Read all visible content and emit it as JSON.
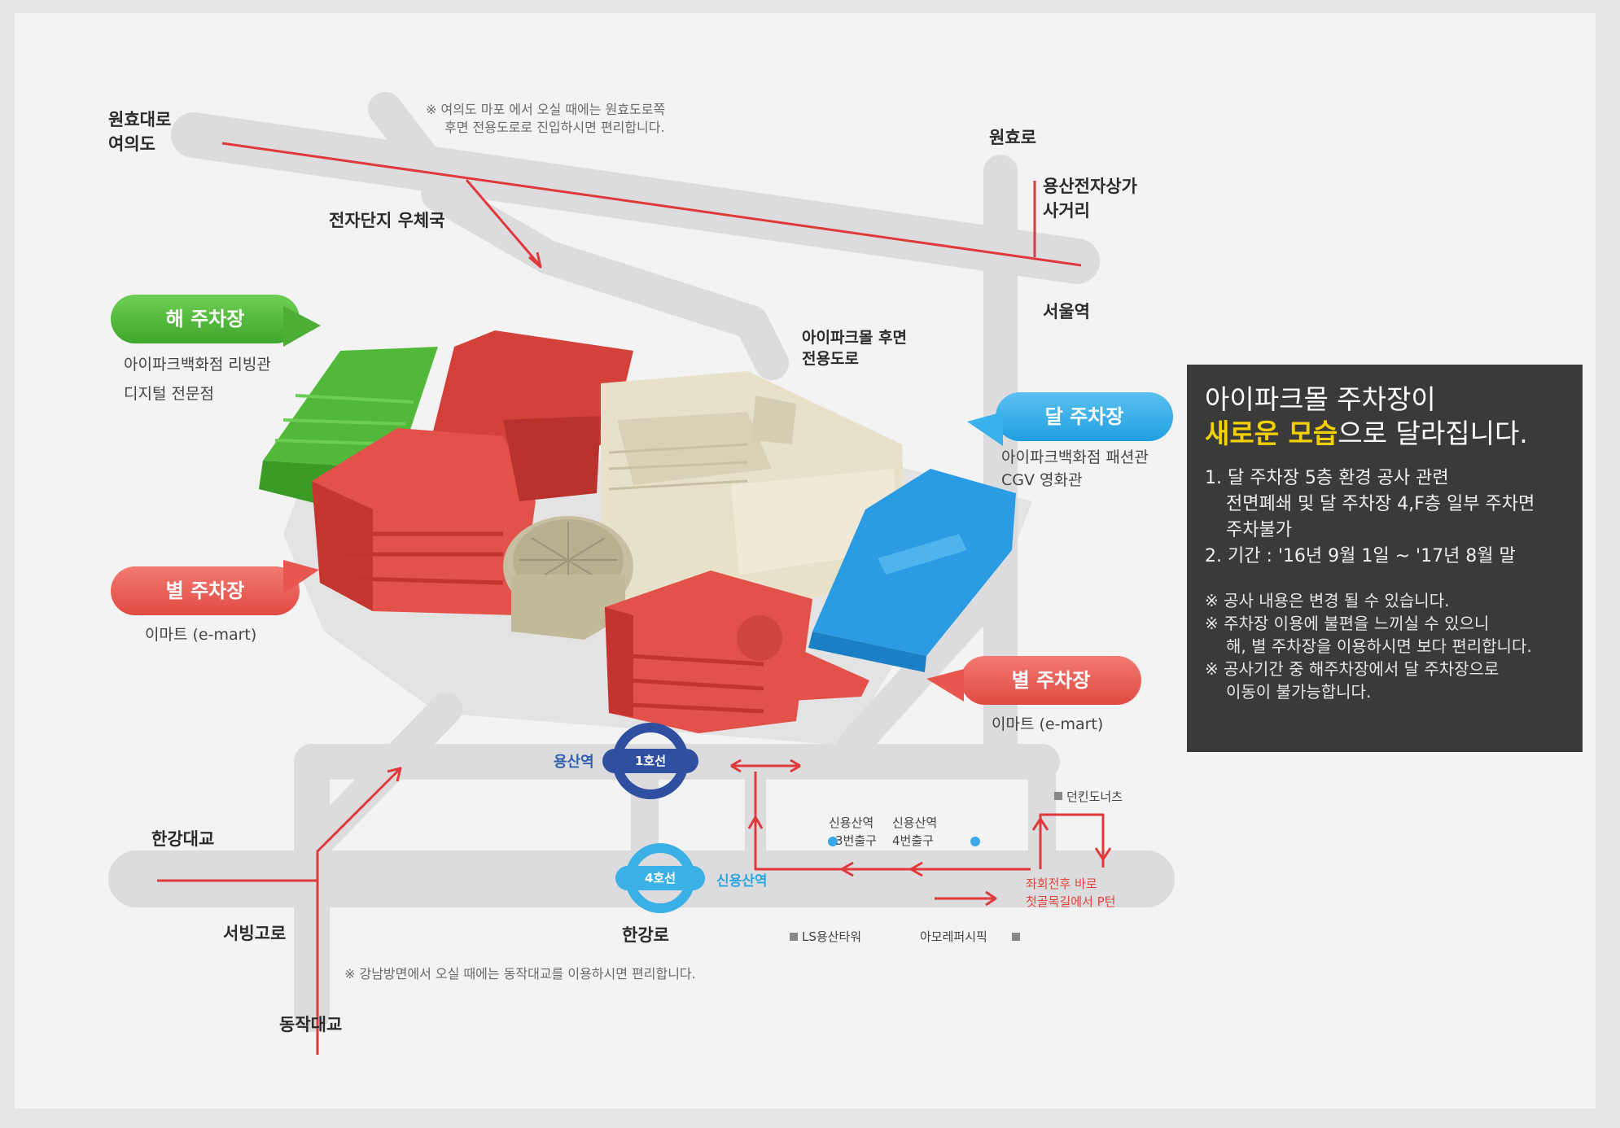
{
  "map": {
    "roads": {
      "wonhyodaero": "원효대로",
      "yeouido": "여의도",
      "electronics_post": "전자단지 우체국",
      "wonhyoro": "원효로",
      "yongsan_elec_1": "용산전자상가",
      "yongsan_elec_2": "사거리",
      "seoul_station": "서울역",
      "ipark_back_1": "아이파크몰 후면",
      "ipark_back_2": "전용도로",
      "hangang_bridge": "한강대교",
      "seobinggo": "서빙고로",
      "hangangro": "한강로",
      "dongjak_bridge": "동작대교"
    },
    "notes": {
      "top_1": "※ 여의도 마포 에서 오실 때에는 원효도로쪽",
      "top_2": "후면 전용도로로 진입하시면 편리합니다.",
      "bottom": "※ 강남방면에서 오실 때에는 동작대교를 이용하시면 편리합니다.",
      "left_turn_1": "좌회전후 바로",
      "left_turn_2": "첫골목길에서 P턴"
    },
    "parking": {
      "hae": {
        "label": "해 주차장",
        "desc_1": "아이파크백화점 리빙관",
        "desc_2": "디지털 전문점",
        "color": "#4caf36"
      },
      "byeol_left": {
        "label": "별 주차장",
        "desc": "이마트 (e-mart)",
        "color": "#e55049"
      },
      "dal": {
        "label": "달 주차장",
        "desc_1": "아이파크백화점 패션관",
        "desc_2": "CGV 영화관",
        "color": "#1f9fe0"
      },
      "byeol_right": {
        "label": "별 주차장",
        "desc": "이마트 (e-mart)",
        "color": "#e55049"
      }
    },
    "stations": {
      "yongsan": {
        "name": "용산역",
        "line": "1호선",
        "color": "#2f4fa0"
      },
      "sinyongsan": {
        "name": "신용산역",
        "line": "4호선",
        "color": "#3ab0e6"
      },
      "exit3_1": "신용산역",
      "exit3_2": "3번출구",
      "exit4_1": "신용산역",
      "exit4_2": "4번출구"
    },
    "landmarks": {
      "dunkin": "던킨도너츠",
      "ls_tower": "LS용산타워",
      "amore": "아모레퍼시픽"
    }
  },
  "notice": {
    "title_1": "아이파크몰 주차장이",
    "title_highlight": "새로운 모습",
    "title_2_rest": "으로 달라집니다.",
    "item1_1": "1. 달 주차장 5층 환경 공사 관련",
    "item1_2": "전면폐쇄 및 달 주차장 4,F층 일부 주차면",
    "item1_3": "주차불가",
    "item2": "2. 기간 : '16년 9월 1일 ~ '17년 8월 말",
    "sub1": "※ 공사 내용은 변경 될 수 있습니다.",
    "sub2_1": "※ 주차장 이용에 불편을 느끼실 수 있으니",
    "sub2_2": "해, 별 주차장을 이용하시면 보다 편리합니다.",
    "sub3_1": "※ 공사기간 중 해주차장에서 달 주차장으로",
    "sub3_2": "이동이 불가능합니다.",
    "highlight_color": "#f5d000"
  },
  "colors": {
    "road": "#dcdcde",
    "route": "#e0393b",
    "building_beige": "#e6dfc8",
    "building_red": "#dd4a43"
  }
}
